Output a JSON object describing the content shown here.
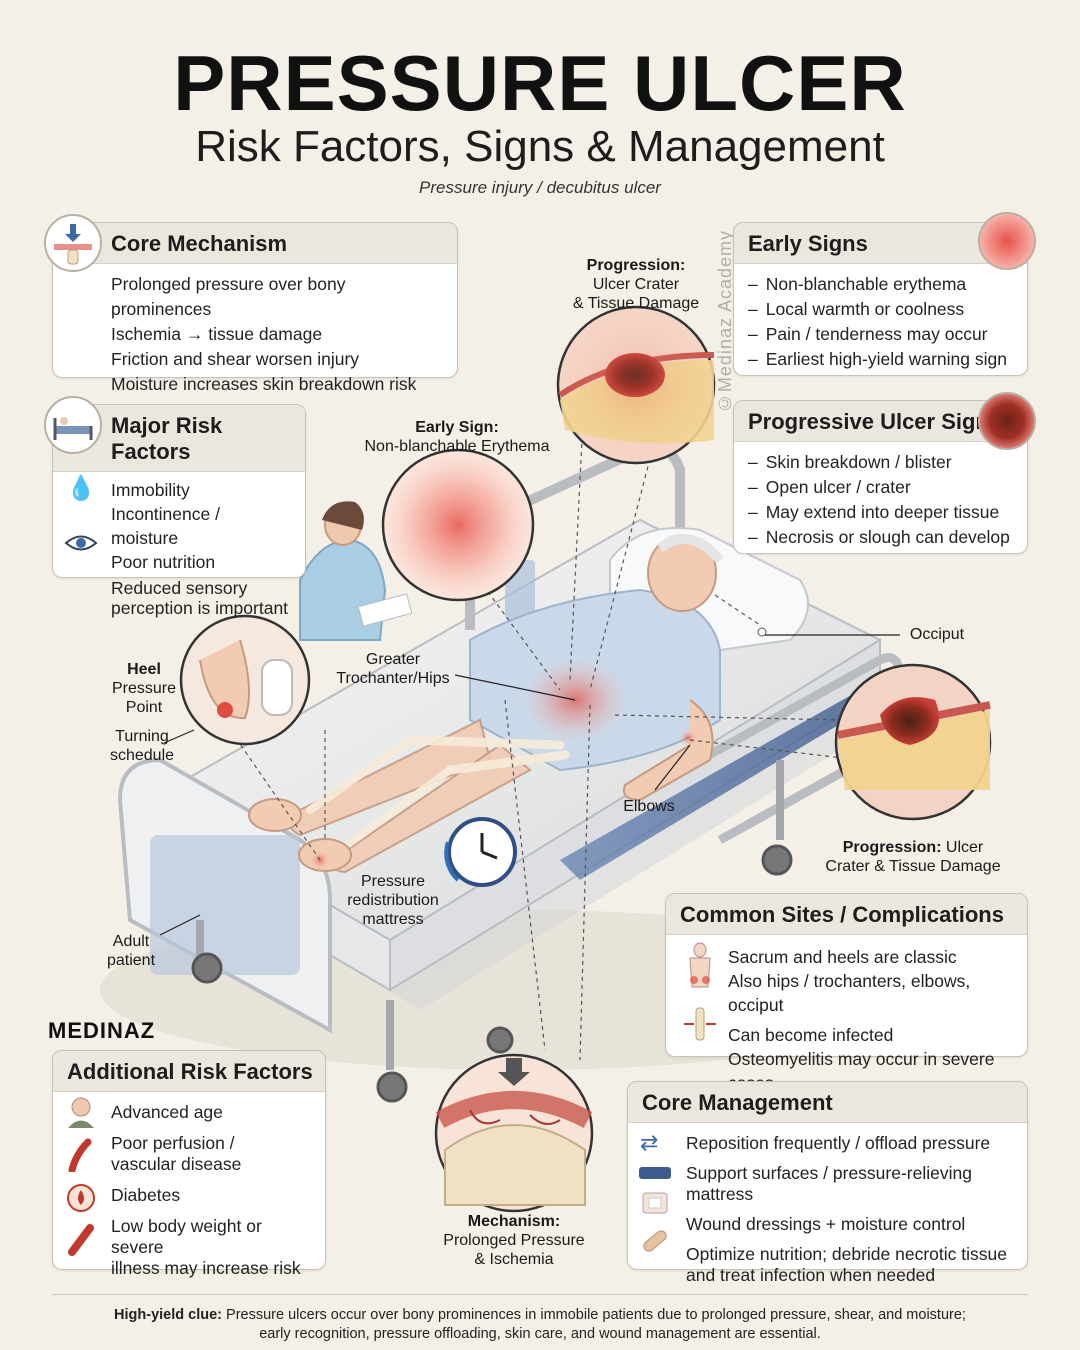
{
  "header": {
    "title": "PRESSURE ULCER",
    "subtitle": "Risk Factors, Signs & Management",
    "caption": "Pressure injury / decubitus ulcer"
  },
  "watermark": "©Medinaz Academy",
  "logo": "MEDINAZ",
  "cards": {
    "core_mechanism": {
      "title": "Core Mechanism",
      "items": [
        "Prolonged pressure over bony prominences",
        "Ischemia → tissue damage",
        "Friction and shear worsen injury",
        "Moisture increases skin breakdown risk"
      ]
    },
    "major_risk": {
      "title": "Major Risk Factors",
      "items": [
        "Immobility",
        "Incontinence / moisture",
        "Poor nutrition",
        "Reduced sensory",
        "perception is important"
      ]
    },
    "early_signs": {
      "title": "Early Signs",
      "items": [
        "Non-blanchable erythema",
        "Local warmth or coolness",
        "Pain / tenderness may occur",
        "Earliest high-yield warning sign"
      ]
    },
    "progressive": {
      "title": "Progressive Ulcer Signs",
      "items": [
        "Skin breakdown / blister",
        "Open ulcer / crater",
        "May extend into deeper tissue",
        "Necrosis or slough can develop"
      ]
    },
    "common_sites": {
      "title": "Common Sites / Complications",
      "items": [
        "Sacrum and heels are classic",
        "Also hips / trochanters, elbows, occiput",
        "Can become infected",
        "Osteomyelitis may occur in severe cases"
      ]
    },
    "additional": {
      "title": "Additional Risk Factors",
      "items": [
        "Advanced age",
        "Poor perfusion /",
        "vascular disease",
        "Diabetes",
        "Low body weight or severe",
        "illness may increase risk"
      ]
    },
    "management": {
      "title": "Core Management",
      "items": [
        "Reposition frequently / offload pressure",
        "Support surfaces / pressure-relieving mattress",
        "Wound dressings + moisture control",
        "Optimize nutrition; debride necrotic tissue",
        "and treat infection when needed"
      ]
    }
  },
  "labels": {
    "progression_top": [
      "Progression:",
      "Ulcer Crater",
      "& Tissue Damage"
    ],
    "early_sign": [
      "Early Sign:",
      "Non-blanchable Erythema"
    ],
    "occiput": "Occiput",
    "heel": [
      "Heel",
      "Pressure",
      "Point"
    ],
    "turning": [
      "Turning",
      "schedule"
    ],
    "trochanter": [
      "Greater",
      "Trochanter/Hips"
    ],
    "elbows": "Elbows",
    "progression_right": [
      "Progression:",
      "Ulcer",
      "Crater & Tissue Damage"
    ],
    "mattress": [
      "Pressure",
      "redistribution",
      "mattress"
    ],
    "adult": [
      "Adult",
      "patient"
    ],
    "mechanism": [
      "Mechanism:",
      "Prolonged Pressure",
      "& Ischemia"
    ]
  },
  "footer": {
    "bold": "High-yield clue:",
    "line1": "Pressure ulcers occur over bony prominences in immobile patients due to prolonged pressure, shear, and moisture;",
    "line2": "early recognition, pressure offloading, skin care, and wound management are essential."
  },
  "colors": {
    "background": "#f4f0e8",
    "card_header": "#ece7de",
    "erythema": "#e8736a",
    "ulcer": "#8a2a1e"
  }
}
